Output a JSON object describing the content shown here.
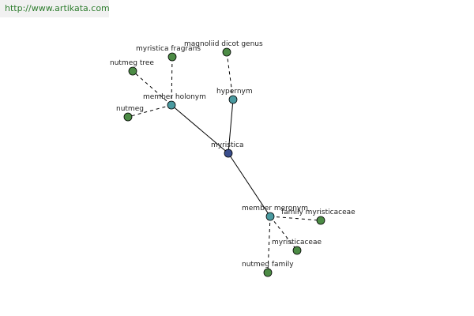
{
  "watermark": {
    "url": "http://www.artikata.com"
  },
  "colors": {
    "root": "#3a4e8c",
    "relation": "#4a9aa0",
    "leaf": "#4c8b45"
  },
  "nodes": [
    {
      "id": "myristica",
      "label": "myristica",
      "kind": "root"
    },
    {
      "id": "hypernym",
      "label": "hypernym",
      "kind": "relation"
    },
    {
      "id": "member-holonym",
      "label": "member holonym",
      "kind": "relation"
    },
    {
      "id": "member-meronym",
      "label": "member meronym",
      "kind": "relation"
    },
    {
      "id": "magnoliid-dicot-genus",
      "label": "magnoliid dicot genus",
      "kind": "leaf"
    },
    {
      "id": "myristica-fragrans",
      "label": "myristica fragrans",
      "kind": "leaf"
    },
    {
      "id": "nutmeg-tree",
      "label": "nutmeg tree",
      "kind": "leaf"
    },
    {
      "id": "nutmeg",
      "label": "nutmeg",
      "kind": "leaf"
    },
    {
      "id": "family-myristicaceae",
      "label": "family myristicaceae",
      "kind": "leaf"
    },
    {
      "id": "myristicaceae",
      "label": "myristicaceae",
      "kind": "leaf"
    },
    {
      "id": "nutmeg-family",
      "label": "nutmeg family",
      "kind": "leaf"
    }
  ],
  "edges": [
    {
      "from": "myristica",
      "to": "hypernym",
      "style": "solid"
    },
    {
      "from": "myristica",
      "to": "member-holonym",
      "style": "solid"
    },
    {
      "from": "myristica",
      "to": "member-meronym",
      "style": "solid"
    },
    {
      "from": "hypernym",
      "to": "magnoliid-dicot-genus",
      "style": "dashed"
    },
    {
      "from": "member-holonym",
      "to": "myristica-fragrans",
      "style": "dashed"
    },
    {
      "from": "member-holonym",
      "to": "nutmeg-tree",
      "style": "dashed"
    },
    {
      "from": "member-holonym",
      "to": "nutmeg",
      "style": "dashed"
    },
    {
      "from": "member-meronym",
      "to": "family-myristicaceae",
      "style": "dashed"
    },
    {
      "from": "member-meronym",
      "to": "myristicaceae",
      "style": "dashed"
    },
    {
      "from": "member-meronym",
      "to": "nutmeg-family",
      "style": "dashed"
    }
  ]
}
